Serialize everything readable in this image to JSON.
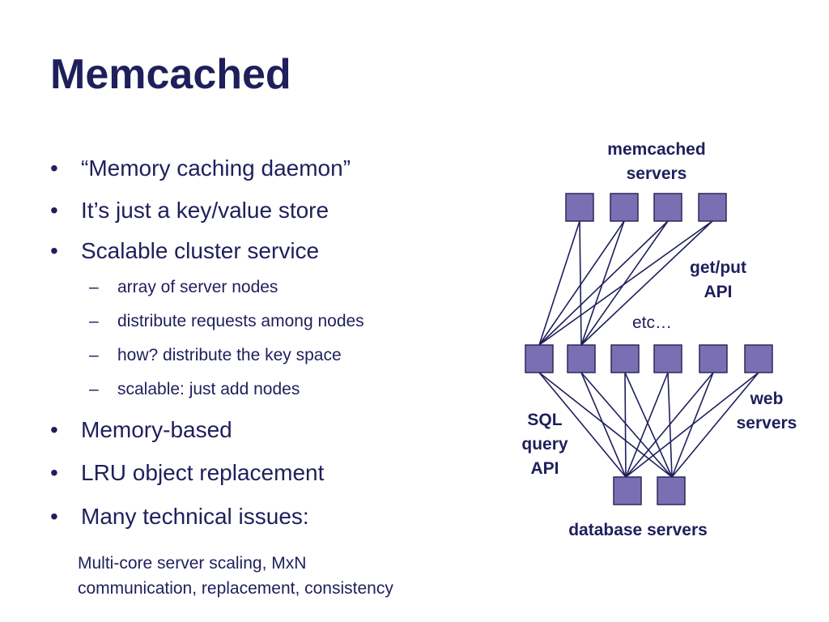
{
  "slide": {
    "title": "Memcached",
    "bullets": [
      "“Memory caching daemon”",
      "It’s just a key/value store",
      "Scalable cluster service",
      "Memory-based",
      "LRU object replacement",
      "Many technical issues:"
    ],
    "sub_bullets": [
      "array of server nodes",
      "distribute requests among nodes",
      "how?  distribute the key space",
      "scalable: just add nodes"
    ],
    "note": {
      "line1": "Multi-core server scaling, MxN",
      "line2": "communication, replacement, consistency"
    }
  },
  "diagram": {
    "labels": {
      "memcached_line1": "memcached",
      "memcached_line2": "servers",
      "api_line1": "get/put",
      "api_line2": "API",
      "etc": "etc…",
      "web_line1": "web",
      "web_line2": "servers",
      "sql_line1": "SQL",
      "sql_line2": "query",
      "sql_line3": "API",
      "database": "database servers"
    },
    "colors": {
      "node_fill": "#7b6fb4",
      "node_stroke": "#2a2a5a",
      "line": "#1f1f5c",
      "text": "#1f1f5c"
    }
  }
}
